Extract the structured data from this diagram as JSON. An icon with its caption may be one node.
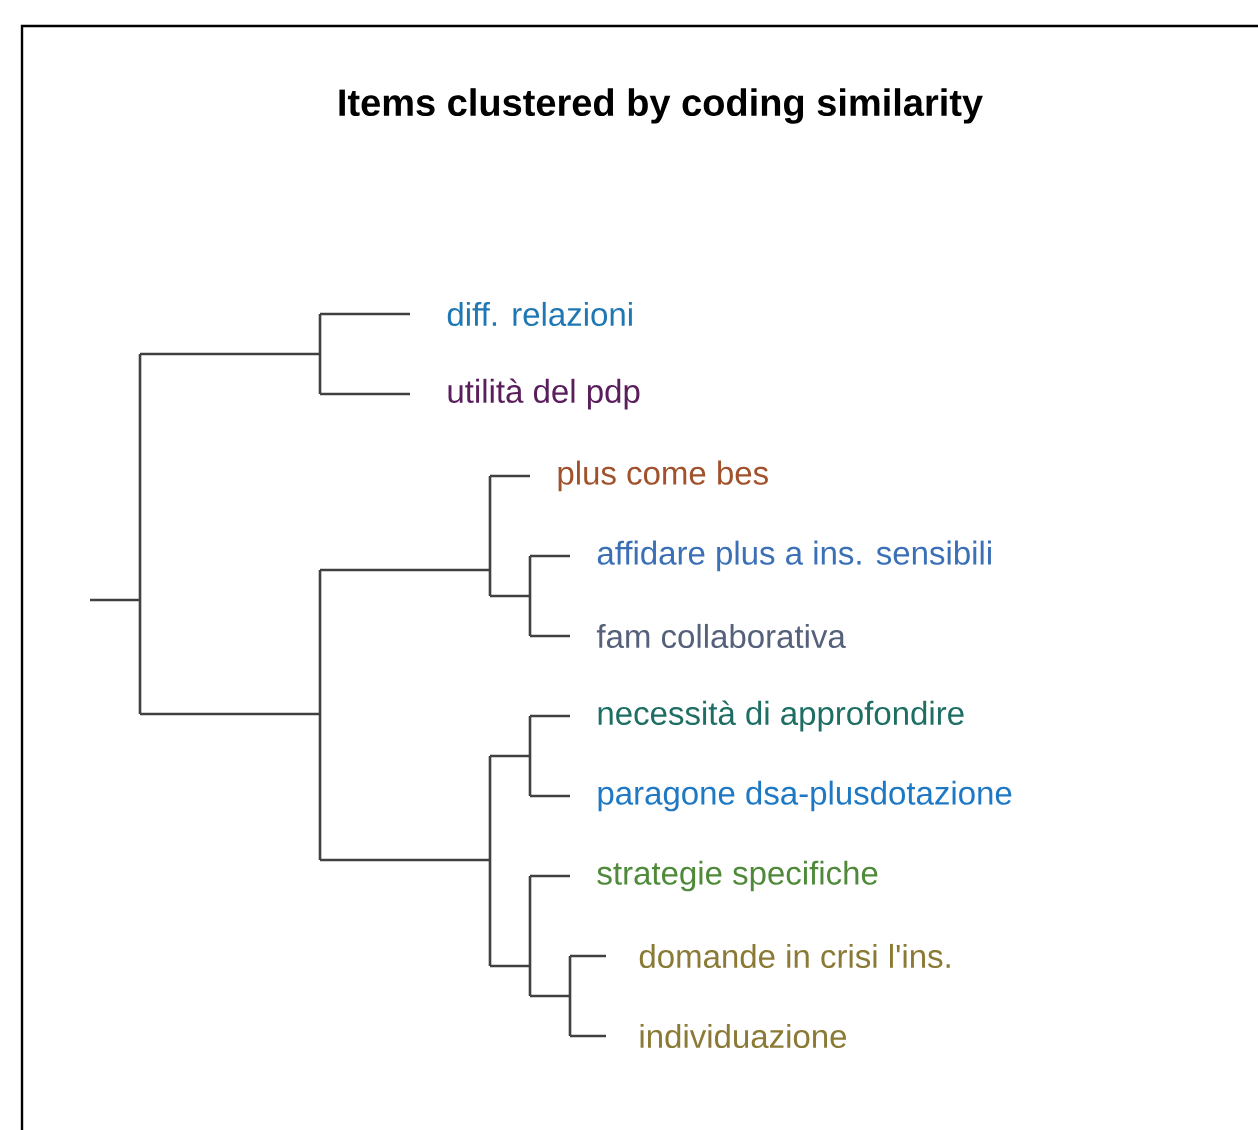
{
  "diagram": {
    "title": "Items clustered by coding similarity",
    "nodes": [
      {
        "text": [
          "diff. relazioni"
        ]
      },
      {
        "text": [
          "utilità del pdp"
        ]
      },
      {
        "text": [
          "plus come bes"
        ]
      },
      {
        "text": [
          "affidare  plus a ins. sensibili"
        ]
      },
      {
        "text": [
          "fam collaborativa"
        ]
      },
      {
        "text": [
          "necessità di approfondire"
        ]
      },
      {
        "text": [
          "paragone dsa-plusdotazione"
        ]
      },
      {
        "text": [
          "strategie specifiche"
        ]
      },
      {
        "text": [
          "domande  in crisi l'ins."
        ]
      },
      {
        "text": [
          "individuazione"
        ]
      }
    ]
  }
}
